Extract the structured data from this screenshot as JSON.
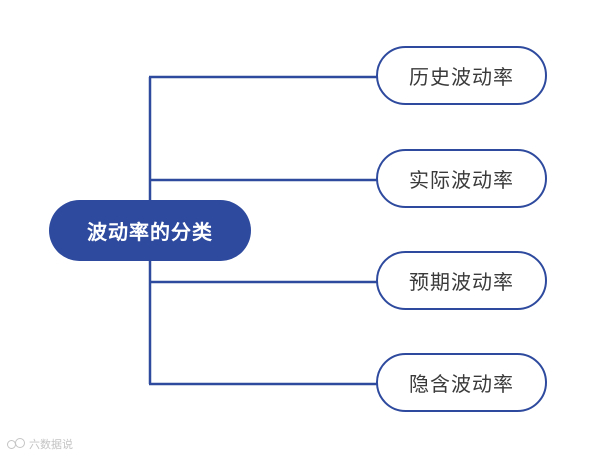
{
  "diagram": {
    "root": {
      "label": "波动率的分类"
    },
    "children": [
      {
        "label": "历史波动率"
      },
      {
        "label": "实际波动率"
      },
      {
        "label": "预期波动率"
      },
      {
        "label": "隐含波动率"
      }
    ],
    "colors": {
      "primary": "#2e4a9e",
      "node_fill": "#ffffff",
      "child_text": "#3a3a3a",
      "root_text": "#ffffff"
    }
  },
  "watermark": {
    "text": "六数据说"
  }
}
